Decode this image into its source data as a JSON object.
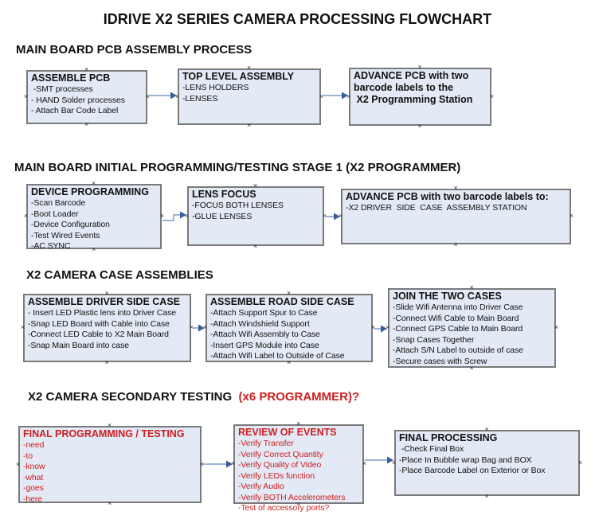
{
  "title": "IDRIVE X2  SERIES CAMERA PROCESSING FLOWCHART",
  "colors": {
    "box_fill": "#e3eaf5",
    "box_border": "#7a7a7a",
    "red_text": "#cc1f1f",
    "arrow_line": "#9cb2d6",
    "arrow_head": "#3c5c9c",
    "text": "#111111"
  },
  "icons": {
    "connection_point": "×"
  },
  "sections": [
    {
      "header": "MAIN BOARD PCB ASSEMBLY PROCESS",
      "boxes": [
        {
          "title": "ASSEMBLE PCB",
          "lines": [
            " -SMT processes",
            "- HAND Solder processes",
            "- Attach Bar Code Label"
          ]
        },
        {
          "title": "TOP LEVEL ASSEMBLY",
          "lines": [
            "-LENS HOLDERS",
            "-LENSES"
          ]
        },
        {
          "title": "ADVANCE PCB with two\nbarcode labels to the\n X2 Programming Station",
          "lines": []
        }
      ]
    },
    {
      "header": "MAIN BOARD INITIAL PROGRAMMING/TESTING STAGE 1 (X2 PROGRAMMER)",
      "boxes": [
        {
          "title": "DEVICE PROGRAMMING",
          "lines": [
            "-Scan Barcode",
            "-Boot Loader",
            "-Device Configuration",
            "-Test Wired Events",
            "-AC SYNC"
          ]
        },
        {
          "title": "LENS FOCUS",
          "lines": [
            "-FOCUS BOTH LENSES",
            "-GLUE LENSES"
          ]
        },
        {
          "title": "ADVANCE PCB with two barcode labels to:",
          "lines": [
            "-X2 DRIVER  SIDE  CASE  ASSEMBLY STATION"
          ]
        }
      ]
    },
    {
      "header": "X2 CAMERA CASE ASSEMBLIES",
      "boxes": [
        {
          "title": "ASSEMBLE DRIVER SIDE CASE",
          "lines": [
            "- Insert LED Plastic lens into Driver Case",
            "-Snap LED Board with Cable into Case",
            "-Connect LED Cable to X2 Main Board",
            "-Snap Main Board into case"
          ]
        },
        {
          "title": "ASSEMBLE ROAD SIDE CASE",
          "lines": [
            "-Attach Support Spur to Case",
            "-Attach Windshield Support",
            "-Attach Wifi Assembly to Case",
            "-Insert GPS Module into Case",
            "-Attach Wifi Label to Outside of Case"
          ]
        },
        {
          "title": "JOIN THE TWO CASES",
          "lines": [
            "-Slide Wifi Antenna into Driver Case",
            "-Connect Wifi Cable to Main Board",
            "-Connect GPS Cable to Main Board",
            "-Snap Cases Together",
            "-Attach S/N Label to outside of case",
            "-Secure cases with Screw"
          ]
        }
      ]
    },
    {
      "header": "X2 CAMERA SECONDARY TESTING ",
      "header_red": " (x6 PROGRAMMER)?",
      "boxes": [
        {
          "title": "FINAL PROGRAMMING / TESTING",
          "lines": [
            "-need",
            "-to",
            "-know",
            "-what",
            "-goes",
            "-here"
          ]
        },
        {
          "title": "REVIEW OF EVENTS",
          "lines": [
            "-Verify Transfer",
            "-Verify Correct Quantity",
            "-Verify Quality of Video",
            "-Verify LEDs function",
            "-Verify Audio",
            "-Verify BOTH Accelerometers",
            "-Test of accessory ports?"
          ]
        },
        {
          "title": "FINAL PROCESSING",
          "lines": [
            " -Check Final Box",
            "-Place In Bubble wrap Bag and BOX",
            "-Place Barcode Label on Exterior or Box"
          ]
        }
      ]
    }
  ]
}
